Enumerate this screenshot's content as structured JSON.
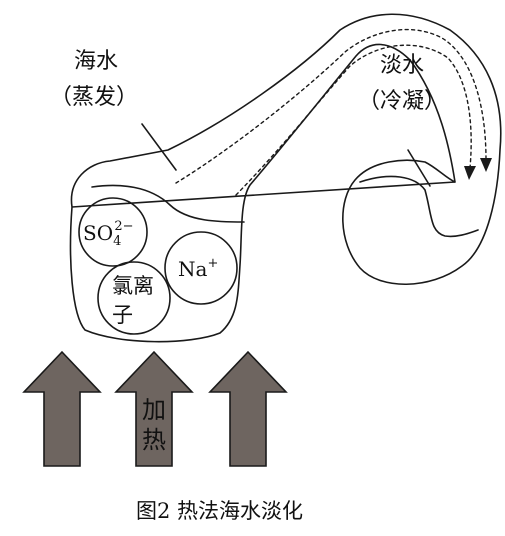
{
  "labels": {
    "seawater_line1": "海水",
    "seawater_line2": "（蒸发）",
    "freshwater_line1": "淡水",
    "freshwater_line2": "（冷凝）"
  },
  "ions": {
    "sulfate_base": "SO",
    "sulfate_sub": "4",
    "sulfate_sup": "2−",
    "sodium_base": "Na",
    "sodium_sup": "+",
    "chloride_line1": "氯离",
    "chloride_line2": "子"
  },
  "heating": {
    "char1": "加",
    "char2": "热"
  },
  "caption": "图2  热法海水淡化",
  "colors": {
    "arrow_fill": "#6e6560",
    "stroke": "#1a1a1a"
  }
}
